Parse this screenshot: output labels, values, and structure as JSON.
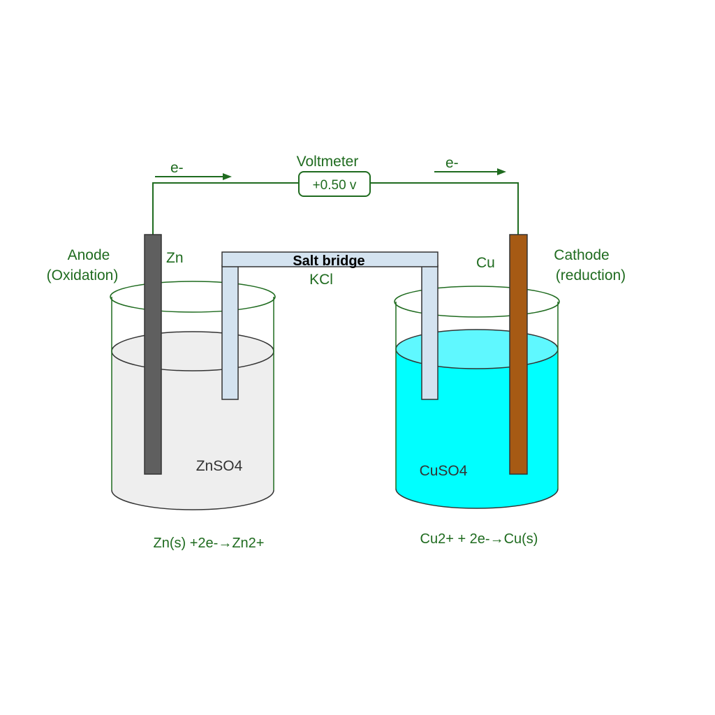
{
  "labels": {
    "voltmeter_title": "Voltmeter",
    "voltmeter_reading": "+0.50 v",
    "electron_left": "e-",
    "electron_right": "e-",
    "anode": "Anode",
    "anode_sub": "(Oxidation)",
    "zn": "Zn",
    "cu": "Cu",
    "cathode": "Cathode",
    "cathode_sub": "(reduction)",
    "salt_bridge": "Salt bridge",
    "kcl": "KCl",
    "znso4": "ZnSO4",
    "cuso4": "CuSO4",
    "anode_reaction": "Zn(s) +2e-→Zn2+",
    "cathode_reaction": "Cu2+ + 2e-→Cu(s)"
  },
  "colors": {
    "label_text": "#1f6b1f",
    "wire": "#1f6b1f",
    "zn_electrode": "#5f5f5f",
    "cu_electrode": "#a65a14",
    "znso4_solution": "#eeeeee",
    "cuso4_solution": "#00ffff",
    "salt_bridge": "#d4e3f0"
  }
}
